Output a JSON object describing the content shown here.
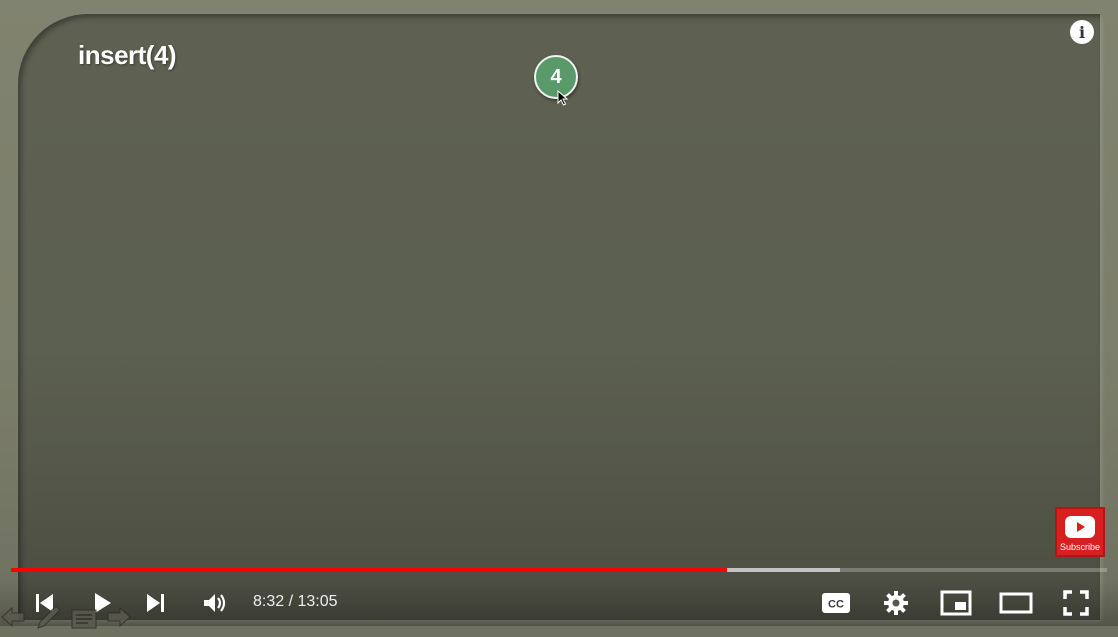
{
  "slide": {
    "title": "insert(4)",
    "node_value": "4"
  },
  "player": {
    "current_time": "8:32",
    "duration": "13:05",
    "time_display": "8:32 / 13:05",
    "played_fraction": 0.653,
    "buffered_fraction": 0.756,
    "subscribe_label": "Subscribe"
  },
  "colors": {
    "progress_played": "#ff0000",
    "subscribe_bg": "#d92020",
    "node_fill": "#5a9a6a"
  },
  "icons": [
    "info-icon",
    "prev-icon",
    "play-icon",
    "next-icon",
    "volume-icon",
    "cc-icon",
    "settings-icon",
    "miniplayer-icon",
    "theater-icon",
    "fullscreen-icon",
    "youtube-icon"
  ]
}
